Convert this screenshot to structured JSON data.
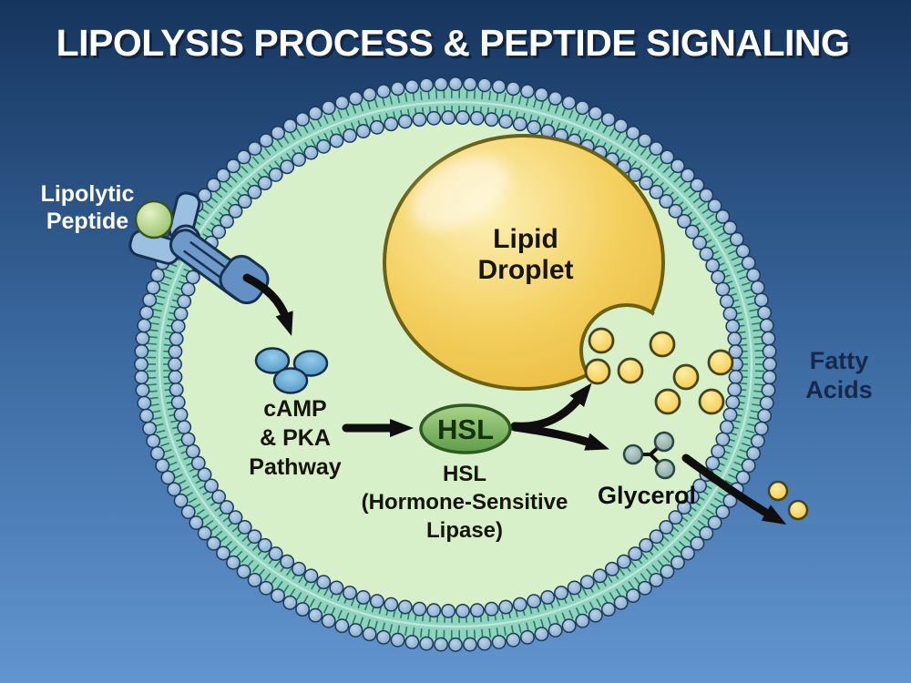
{
  "title": "LIPOLYSIS PROCESS & PEPTIDE SIGNALING",
  "labels": {
    "lipolytic_peptide": [
      "Lipolytic",
      "Peptide"
    ],
    "lipid_droplet": [
      "Lipid",
      "Droplet"
    ],
    "camp_pathway": [
      "cAMP",
      "& PKA",
      "Pathway"
    ],
    "hsl_badge": "HSL",
    "hsl_caption": [
      "HSL",
      "(Hormone-Sensitive",
      "Lipase)"
    ],
    "glycerol": "Glycerol",
    "fatty_acids": [
      "Fatty",
      "Acids"
    ]
  },
  "colors": {
    "background_top": "#16355e",
    "background_mid": "#3a689f",
    "background_bottom": "#6295cf",
    "cytoplasm": "#d8f0ca",
    "membrane_band": "#8ed3bf",
    "membrane_midline": "#cdeedd",
    "membrane_head": "#8fb4d8",
    "membrane_head_stroke": "#1d3a57",
    "membrane_tail_line": "#1f6a54",
    "lipid_droplet": "#f3cf5e",
    "lipid_droplet_outline": "#6b6114",
    "fatty_acid": "#f4ca4e",
    "fatty_acid_outline": "#44431c",
    "receptor_blue": "#6e9aca",
    "receptor_light": "#9cc0e2",
    "receptor_stroke": "#16304f",
    "peptide_green": "#a6cc7d",
    "camp_blue": "#5f9fd0",
    "hsl_green": "#77b45c",
    "hsl_outline": "#2c5a20",
    "glycerol_gray": "#8fa9a5",
    "arrow": "#0e0e0e",
    "title_text": "#ffffff",
    "label_dark": "#15150a",
    "fatty_acids_label": "#16294d"
  }
}
